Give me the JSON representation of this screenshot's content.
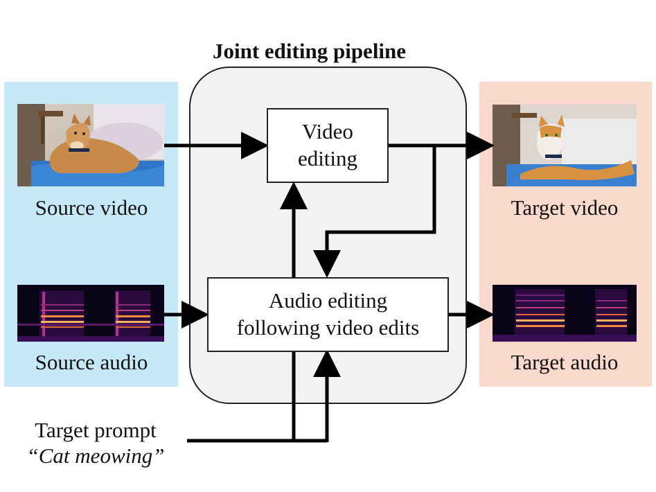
{
  "pipeline": {
    "title": "Joint editing pipeline",
    "video_box": {
      "line1": "Video",
      "line2": "editing"
    },
    "audio_box": {
      "line1": "Audio editing",
      "line2": "following video edits"
    }
  },
  "source": {
    "video_label": "Source video",
    "audio_label": "Source audio"
  },
  "target": {
    "video_label": "Target video",
    "audio_label": "Target audio"
  },
  "prompt": {
    "label": "Target prompt",
    "text": "“Cat meowing”"
  },
  "colors": {
    "source_panel": "#c7e9f7",
    "target_panel": "#f9d9cb",
    "pipeline_panel": "#f2f2f2",
    "arrow": "#000000"
  }
}
